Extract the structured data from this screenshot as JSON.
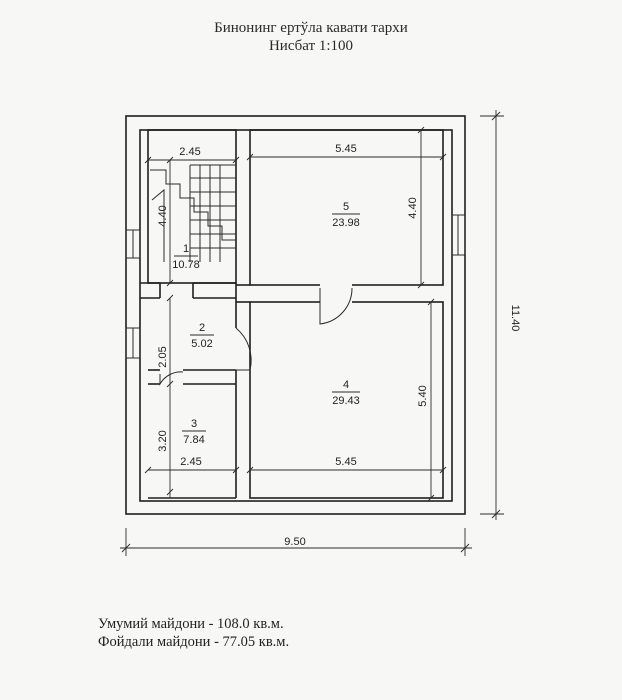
{
  "header": {
    "title": "Бинонинг ертўла кавати тархи",
    "scale": "Нисбат 1:100"
  },
  "rooms": [
    {
      "number": "1",
      "area": "10.78"
    },
    {
      "number": "2",
      "area": "5.02"
    },
    {
      "number": "3",
      "area": "7.84"
    },
    {
      "number": "4",
      "area": "29.43"
    },
    {
      "number": "5",
      "area": "23.98"
    }
  ],
  "dimensions": {
    "room1_width": "2.45",
    "room1_length": "4.40",
    "room5_width": "5.45",
    "room5_length": "4.40",
    "room2_length": "2.05",
    "room3_length": "3.20",
    "room3_width": "2.45",
    "room4_width": "5.45",
    "room4_length": "5.40",
    "total_width": "9.50",
    "total_length": "11.40"
  },
  "summary": {
    "total_area": "Умумий майдони - 108.0 кв.м.",
    "useful_area": "Фойдали майдони - 77.05 кв.м."
  }
}
